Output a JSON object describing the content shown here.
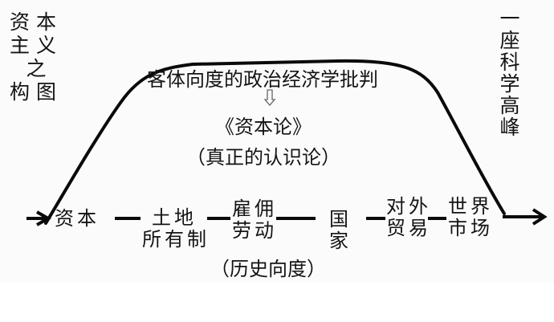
{
  "left_title": {
    "lines": [
      "资本",
      "主义",
      "之",
      "构图"
    ]
  },
  "right_title": {
    "chars": [
      "一",
      "座",
      "科",
      "学",
      "高",
      "峰"
    ]
  },
  "top": {
    "critique": "客体向度的政治经济学批判",
    "arrow_icon": "hollow-down-arrow",
    "book": "《资本论》",
    "book_note": "（真正的认识论）"
  },
  "timeline": {
    "nodes": [
      {
        "line1": "资本",
        "line2": ""
      },
      {
        "line1": "土地",
        "line2": "所有制"
      },
      {
        "line1": "雇佣",
        "line2": "劳动"
      },
      {
        "line1": "国",
        "line2": "家"
      },
      {
        "line1": "对外",
        "line2": "贸易"
      },
      {
        "line1": "世界",
        "line2": "市场"
      }
    ],
    "caption": "（历史向度）"
  },
  "colors": {
    "stroke": "#0a0a0a",
    "text": "#141414",
    "background": "#ffffff"
  }
}
